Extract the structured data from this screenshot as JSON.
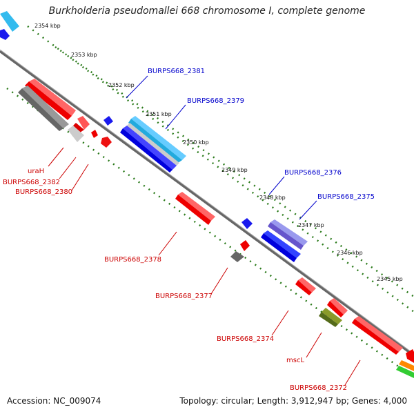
{
  "title": "Burkholderia pseudomallei 668 chromosome I, complete genome",
  "footer": {
    "accession": "Accession: NC_009074",
    "topology": "Topology: circular; Length: 3,912,947 bp; Genes: 4,000"
  },
  "ticks": [
    "2354 kbp",
    "2353 kbp",
    "2352 kbp",
    "2351 kbp",
    "2350 kbp",
    "2349 kbp",
    "2348 kbp",
    "2347 kbp",
    "2346 kbp",
    "2345 kbp"
  ],
  "labels": {
    "forward": [
      "BURPS668_2381",
      "BURPS668_2379",
      "BURPS668_2376",
      "BURPS668_2375"
    ],
    "reverse": [
      "uraH",
      "BURPS668_2382",
      "BURPS668_2380",
      "BURPS668_2378",
      "BURPS668_2377",
      "BURPS668_2374",
      "mscL",
      "BURPS668_2372"
    ]
  },
  "colors": {
    "forward_label": "#0000cc",
    "reverse_label": "#cc0000",
    "backbone": "#777777",
    "tick_dots": "#2a7a1a"
  }
}
